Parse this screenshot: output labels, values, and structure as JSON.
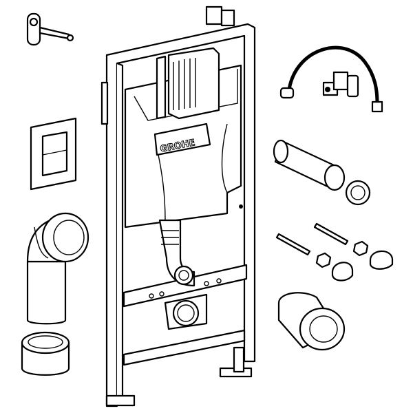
{
  "diagram": {
    "brand_logo": "GROHE",
    "components": [
      "wall-bracket-set",
      "installation-frame",
      "cistern",
      "flush-plate",
      "drain-elbow",
      "drain-cap",
      "water-supply-hose",
      "angle-valve",
      "connector-pipe",
      "pipe-seal",
      "mounting-bolts",
      "nuts",
      "cap-nuts",
      "protective-cap"
    ],
    "colors": {
      "line": "#000000",
      "background": "#ffffff"
    }
  }
}
